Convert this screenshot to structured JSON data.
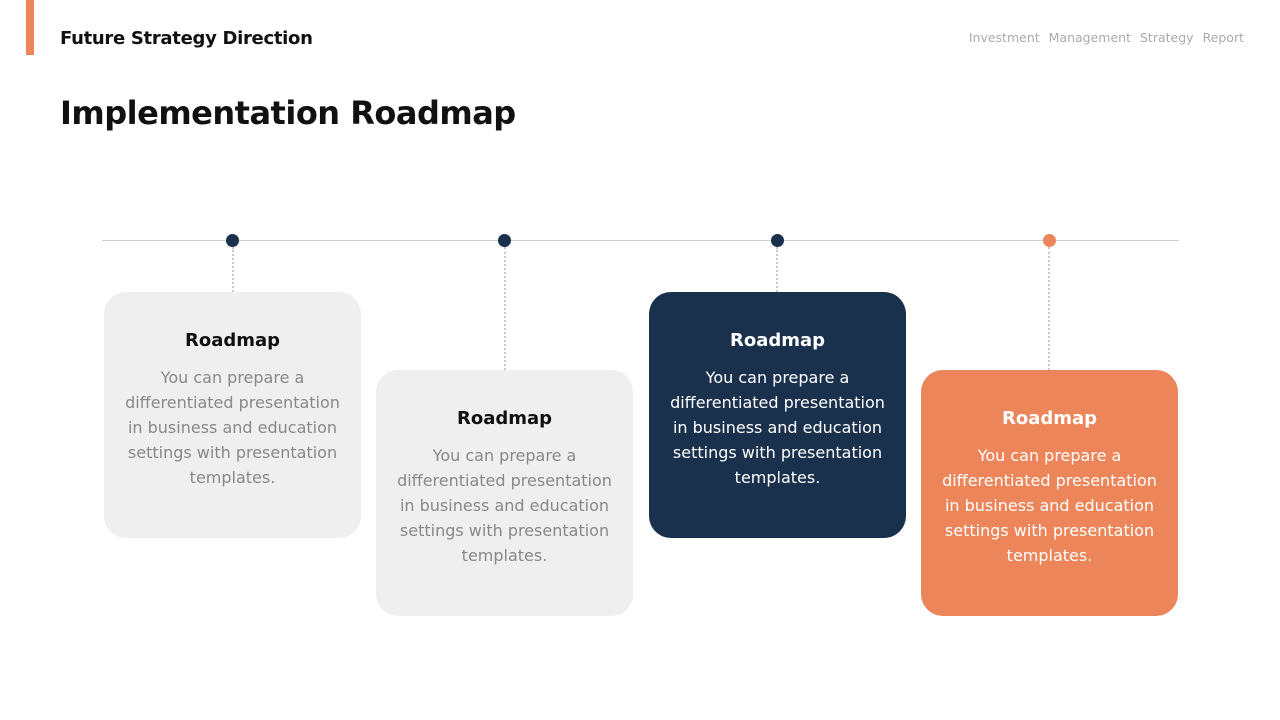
{
  "header": {
    "subtitle": "Future Strategy Direction",
    "nav": [
      "Investment",
      "Management",
      "Strategy",
      "Report"
    ]
  },
  "title": "Implementation Roadmap",
  "colors": {
    "accent": "#ed855a",
    "navy": "#1a314d",
    "light": "#efefef"
  },
  "cards": [
    {
      "title": "Roadmap",
      "text": "You can prepare a differentiated presentation in business and education settings with presentation templates."
    },
    {
      "title": "Roadmap",
      "text": "You can prepare a differentiated presentation in business and education settings with presentation templates."
    },
    {
      "title": "Roadmap",
      "text": "You can prepare a differentiated presentation in business and education settings with presentation templates."
    },
    {
      "title": "Roadmap",
      "text": "You can prepare a differentiated presentation in business and education settings with presentation templates."
    }
  ]
}
